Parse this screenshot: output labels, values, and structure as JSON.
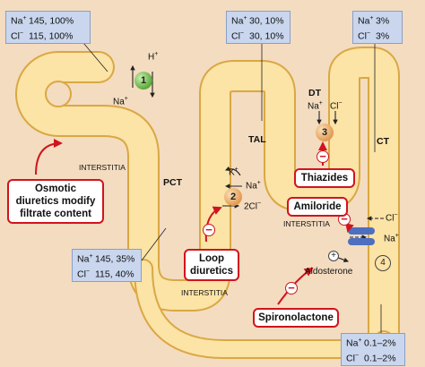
{
  "boxes": {
    "glomerulus": {
      "na": "145, 100%",
      "cl": "115, 100%"
    },
    "pct": {
      "na": "145, 35%",
      "cl": "115, 40%"
    },
    "tal": {
      "na": "30, 10%",
      "cl": "30, 10%"
    },
    "ct_top": {
      "na": "3%",
      "cl": "3%"
    },
    "ct_bottom": {
      "na": "0.1–2%",
      "cl": "0.1–2%"
    }
  },
  "ions": {
    "na": "Na",
    "cl": "Cl",
    "k": "K",
    "h": "H",
    "plus": "+",
    "minus": "−",
    "two_cl": "2Cl"
  },
  "segments": {
    "pct": "PCT",
    "tal": "TAL",
    "dt": "DT",
    "ct": "CT"
  },
  "labels": {
    "interstitia": "INTERSTITIA",
    "aldosterone": "Aldosterone"
  },
  "drugs": {
    "osmotic": "Osmotic diuretics modify filtrate content",
    "loop": "Loop diuretics",
    "thiazides": "Thiazides",
    "amiloride": "Amiloride",
    "spironolactone": "Spironolactone"
  },
  "transporters": {
    "t1": "1",
    "t2": "2",
    "t3": "3",
    "t4": "4"
  },
  "colors": {
    "tubule": "#fce3a6",
    "tubule_edge": "#d9a843",
    "accent": "#d0141e",
    "box": "#c9d6ee"
  }
}
